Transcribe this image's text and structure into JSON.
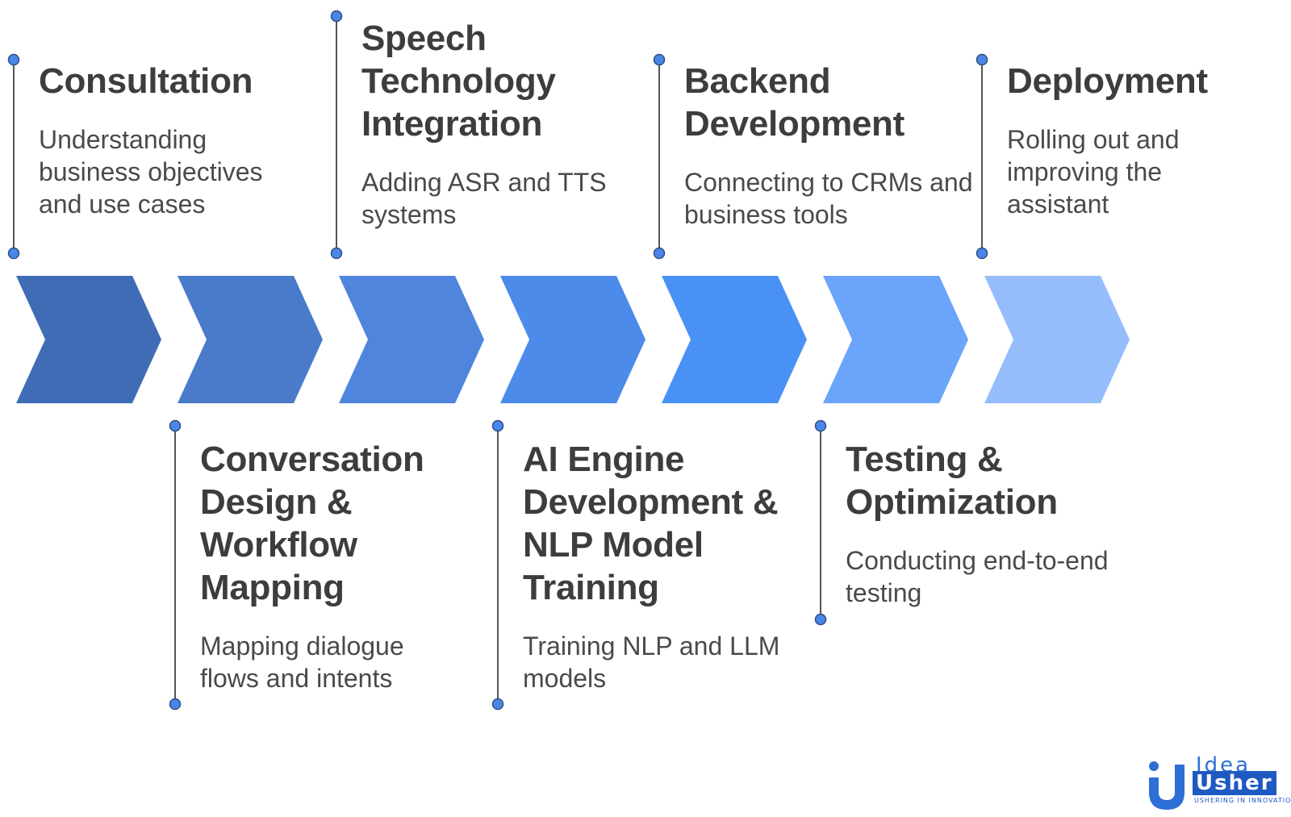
{
  "colors": {
    "chevrons": [
      "#3f6cb5",
      "#4a7bcb",
      "#4f85dd",
      "#4c8bea",
      "#4a91f5",
      "#6aa5fb",
      "#96bdfb"
    ],
    "connector": "#555555",
    "dot": "#4a86e8",
    "title": "#3d3d3d",
    "text": "#4a4a4a"
  },
  "steps": [
    {
      "title": "Consultation",
      "description": "Understanding business objectives and use cases",
      "position": "top"
    },
    {
      "title": "Conversation Design & Workflow Mapping",
      "description": "Mapping dialogue flows and intents",
      "position": "bottom"
    },
    {
      "title": "Speech Technology Integration",
      "description": "Adding ASR and TTS systems",
      "position": "top"
    },
    {
      "title": "AI Engine Development & NLP Model Training",
      "description": "Training NLP and LLM models",
      "position": "bottom"
    },
    {
      "title": "Backend Development",
      "description": "Connecting to CRMs and business tools",
      "position": "top"
    },
    {
      "title": "Testing & Optimization",
      "description": "Conducting end-to-end testing",
      "position": "bottom"
    },
    {
      "title": "Deployment",
      "description": "Rolling out and improving the assistant",
      "position": "top"
    }
  ],
  "logo": {
    "line1": "Idea",
    "line2": "Usher",
    "tagline": "USHERING IN INNOVATION"
  }
}
